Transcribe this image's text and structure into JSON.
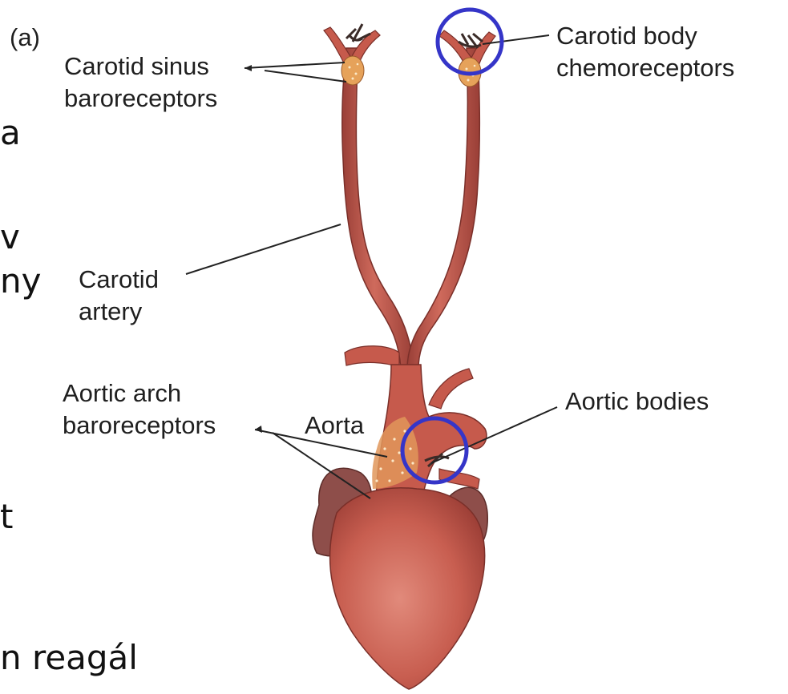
{
  "figure": {
    "panel_label": "(a)",
    "labels": {
      "carotid_sinus": [
        "Carotid sinus",
        "baroreceptors"
      ],
      "carotid_body": [
        "Carotid body",
        "chemoreceptors"
      ],
      "carotid_artery": [
        "Carotid",
        "artery"
      ],
      "aortic_arch": [
        "Aortic arch",
        "baroreceptors"
      ],
      "aorta": "Aorta",
      "aortic_bodies": "Aortic bodies"
    },
    "highlight_color": "#3535c8"
  },
  "slide_text_fragments": [
    "a",
    "v",
    "ny",
    "t",
    "n reagál"
  ],
  "colors": {
    "vessel": "#c65a4c",
    "vessel_dark": "#8e3a33",
    "heart": "#cf6a5c",
    "atrium": "#8e4e4a",
    "receptor": "#e6a25a"
  }
}
